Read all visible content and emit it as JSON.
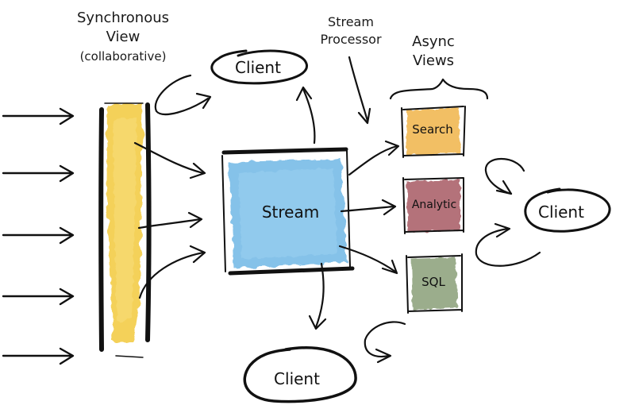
{
  "labels": {
    "sync_title": "Synchronous",
    "sync_view": "View",
    "sync_collab": "(collaborative)",
    "stream_processor_1": "Stream",
    "stream_processor_2": "Processor",
    "async_1": "Async",
    "async_2": "Views"
  },
  "nodes": {
    "stream": "Stream",
    "search": "Search",
    "analytic": "Analytic",
    "sql": "SQL",
    "client_top": "Client",
    "client_right": "Client",
    "client_bottom": "Client"
  },
  "colors": {
    "sync_fill": "#f3c93e",
    "stream_fill": "#6fb8e6",
    "search_fill": "#f0b54a",
    "analytic_fill": "#a85a63",
    "sql_fill": "#8a9f78",
    "ink": "#111111"
  }
}
